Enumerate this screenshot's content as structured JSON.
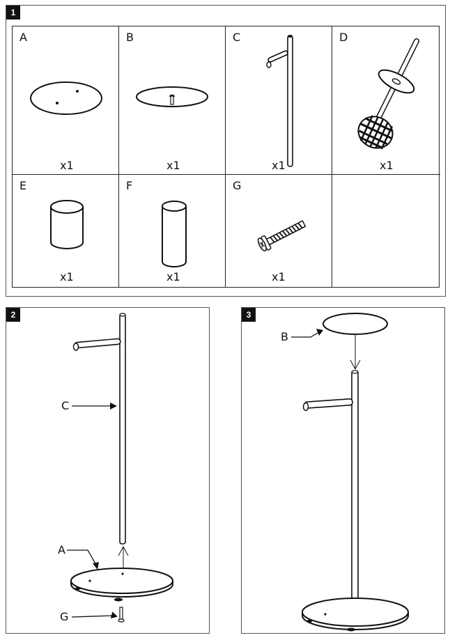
{
  "steps": {
    "s1": "1",
    "s2": "2",
    "s3": "3"
  },
  "parts": [
    {
      "letter": "A",
      "qty": "x1",
      "icon": "round-base-plate-icon"
    },
    {
      "letter": "B",
      "qty": "x1",
      "icon": "top-disc-icon"
    },
    {
      "letter": "C",
      "qty": "x1",
      "icon": "pole-with-roll-holder-icon"
    },
    {
      "letter": "D",
      "qty": "x1",
      "icon": "toilet-brush-icon"
    },
    {
      "letter": "E",
      "qty": "x1",
      "icon": "short-cylinder-icon"
    },
    {
      "letter": "F",
      "qty": "x1",
      "icon": "tall-cylinder-icon"
    },
    {
      "letter": "G",
      "qty": "x1",
      "icon": "screw-icon"
    }
  ],
  "step2": {
    "label_c": "C",
    "label_a": "A",
    "label_g": "G"
  },
  "step3": {
    "label_b": "B"
  }
}
